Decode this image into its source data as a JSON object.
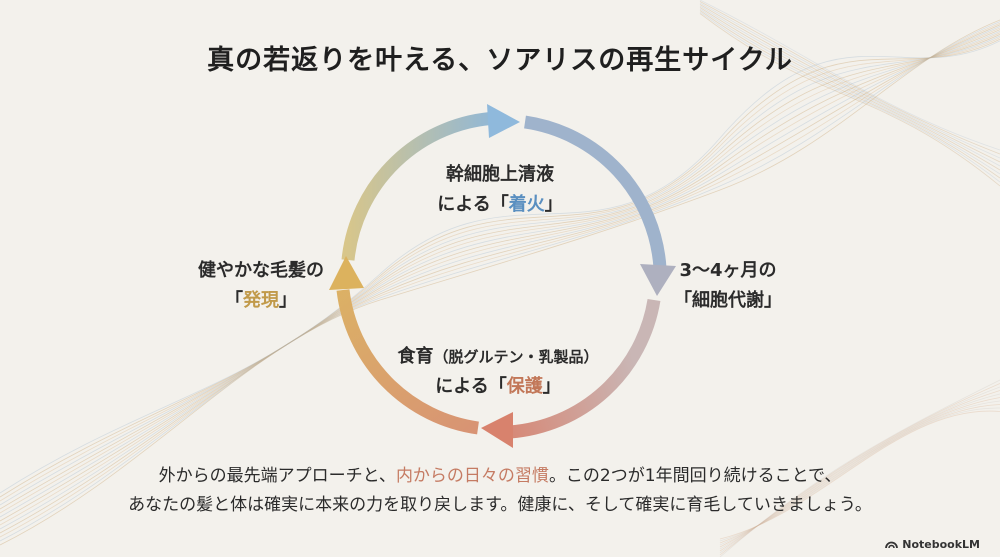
{
  "title": "真の若返りを叶える、ソアリスの再生サイクル",
  "cycle": {
    "top": {
      "line1": "幹細胞上清液",
      "line2_pre": "による「",
      "line2_hl": "着火",
      "line2_post": "」"
    },
    "right": {
      "line1": "3〜4ヶ月の",
      "line2": "「細胞代謝」"
    },
    "bottom": {
      "line1_main": "食育",
      "line1_sub": "（脱グルテン・乳製品）",
      "line2_pre": "による「",
      "line2_hl": "保護",
      "line2_post": "」"
    },
    "left": {
      "line1": "健やかな毛髪の",
      "line2_pre": "「",
      "line2_hl": "発現",
      "line2_post": "」"
    }
  },
  "summary": {
    "line1_pre": "外からの最先端アプローチと、",
    "line1_hl": "内からの日々の習慣",
    "line1_post": "。この2つが1年間回り続けることで、",
    "line2": "あなたの髪と体は確実に本来の力を取り戻します。健康に、そして確実に育毛していきましょう。"
  },
  "brand": {
    "label": "NotebookLM"
  },
  "colors": {
    "blue": "#5a8fc0",
    "orange": "#c27758",
    "gold": "#c19a4a",
    "gray": "#a9a9b4"
  }
}
